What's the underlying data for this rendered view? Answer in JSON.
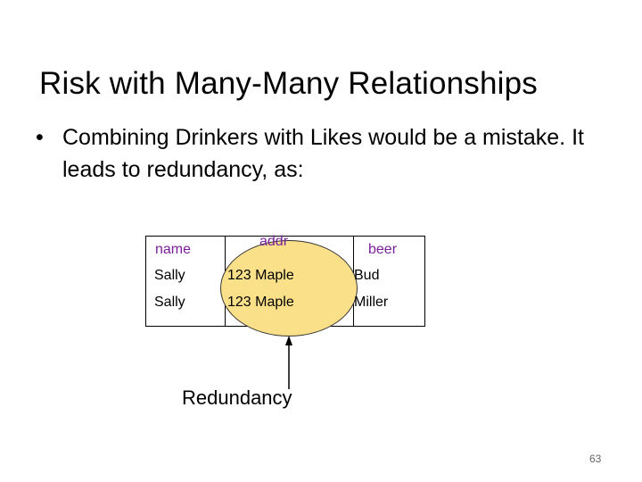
{
  "slide": {
    "title": "Risk with Many-Many Relationships",
    "bullet_symbol": "•",
    "bullet_text": "Combining Drinkers with Likes would be a mistake.  It leads to redundancy, as:",
    "page_number": "63"
  },
  "table": {
    "headers": [
      "name",
      "addr",
      "beer"
    ],
    "rows": [
      [
        "Sally",
        "123 Maple",
        "Bud"
      ],
      [
        "Sally",
        "123 Maple",
        "Miller"
      ]
    ]
  },
  "annotation": {
    "label": "Redundancy",
    "highlight_color": "#fbe08a",
    "header_color": "#7a1f9a"
  }
}
